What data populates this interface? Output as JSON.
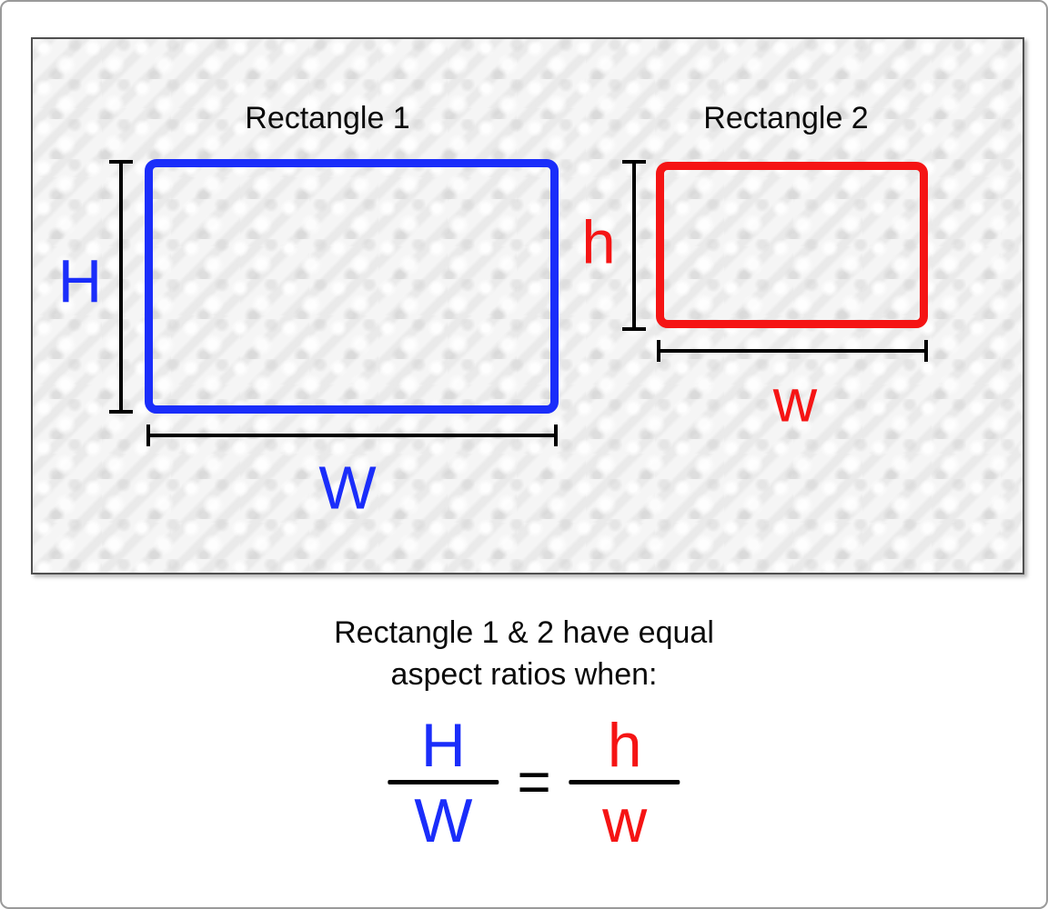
{
  "figure": {
    "rect1": {
      "title": "Rectangle 1",
      "height_label": "H",
      "width_label": "W"
    },
    "rect2": {
      "title": "Rectangle 2",
      "height_label": "h",
      "width_label": "w"
    }
  },
  "caption": {
    "line1": "Rectangle 1 & 2 have equal",
    "line2": "aspect ratios when:"
  },
  "formula": {
    "lhs": {
      "numerator": "H",
      "denominator": "W"
    },
    "equals": "=",
    "rhs": {
      "numerator": "h",
      "denominator": "w"
    }
  },
  "colors": {
    "rect1": "#1a2dfa",
    "rect2": "#f51414",
    "line": "#000000",
    "panel_bg": "#f0f0f0",
    "panel_border": "#4f4f4f",
    "outer_border": "#9a9a9a"
  }
}
